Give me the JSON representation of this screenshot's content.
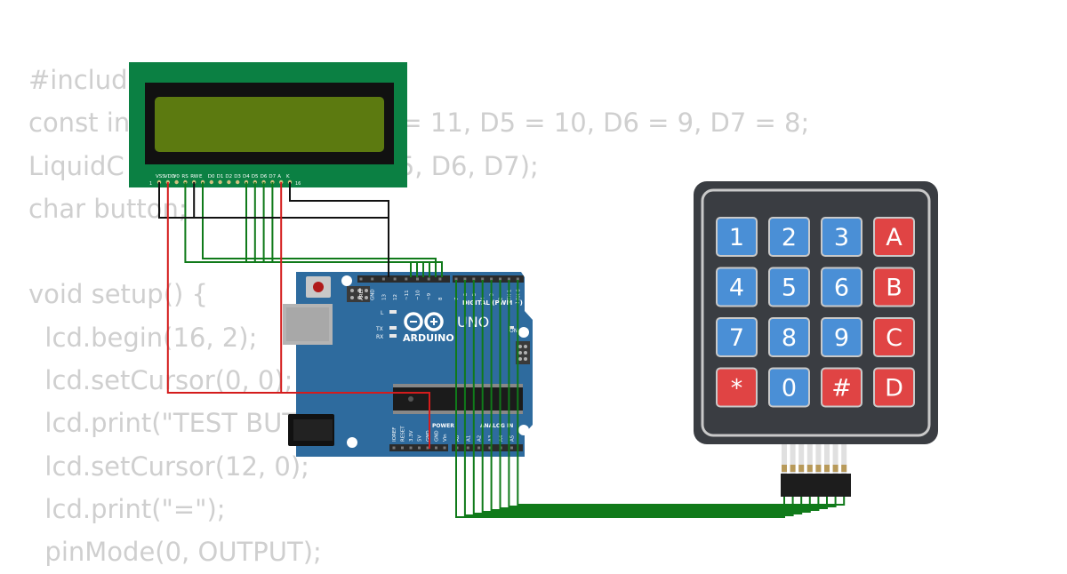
{
  "code_lines": [
    "#includ",
    "const in                              4 = 11, D5 = 10, D6 = 9, D7 = 8;",
    "LiquidC                               D5, D6, D7);",
    "char button;",
    "",
    "void setup() {",
    "  lcd.begin(16, 2);",
    "  lcd.setCursor(0, 0);",
    "  lcd.print(\"TEST BUT",
    "  lcd.setCursor(12, 0);",
    "  lcd.print(\"=\");",
    "  pinMode(0, OUTPUT);"
  ],
  "lcd": {
    "pin_labels": [
      "VSS",
      "VDD",
      "V0",
      "RS",
      "RW",
      "E",
      "D0",
      "D1",
      "D2",
      "D3",
      "D4",
      "D5",
      "D6",
      "D7",
      "A",
      "K"
    ],
    "pin_first": "1",
    "pin_last": "16",
    "colors": {
      "pcb": "#0b8043",
      "bezel": "#111111",
      "screen": "#5c7a10"
    }
  },
  "arduino": {
    "brand": "ARDUINO",
    "model": "UNO",
    "digital_header_label": "DIGITAL (PWM ~)",
    "digital_pins": [
      "AREF",
      "GND",
      "13",
      "12",
      "~11",
      "~10",
      "~9",
      "8",
      "7",
      "~6",
      "~5",
      "4",
      "~3",
      "2",
      "TX 1",
      "RX 0"
    ],
    "led_labels": [
      "L",
      "TX",
      "RX"
    ],
    "on_label": "ON",
    "power_label": "POWER",
    "power_pins": [
      "IOREF",
      "RESET",
      "3.3V",
      "5V",
      "GND",
      "GND",
      "Vin"
    ],
    "analog_label": "ANALOG IN",
    "analog_pins": [
      "A0",
      "A1",
      "A2",
      "A3",
      "A4",
      "A5"
    ],
    "colors": {
      "board": "#2e6b9e"
    }
  },
  "keypad": {
    "keys": [
      [
        "1",
        "2",
        "3",
        "A"
      ],
      [
        "4",
        "5",
        "6",
        "B"
      ],
      [
        "7",
        "8",
        "9",
        "C"
      ],
      [
        "*",
        "0",
        "#",
        "D"
      ]
    ],
    "colors": {
      "body": "#3a3d42",
      "number_key": "#4a8fd6",
      "letter_key": "#e04444"
    }
  },
  "wire_colors": {
    "signal": "#107a1a",
    "power": "#d41c1c",
    "ground": "#111111"
  }
}
